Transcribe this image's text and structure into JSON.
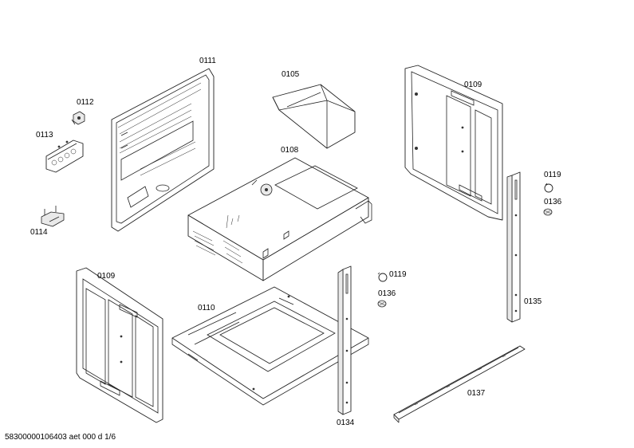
{
  "parts": {
    "p0111": "0111",
    "p0105": "0105",
    "p0109_top": "0109",
    "p0112": "0112",
    "p0113": "0113",
    "p0114": "0114",
    "p0108": "0108",
    "p0119_right": "0119",
    "p0136_right": "0136",
    "p0109_left": "0109",
    "p0110": "0110",
    "p0119_mid": "0119",
    "p0136_mid": "0136",
    "p0135": "0135",
    "p0137": "0137",
    "p0134": "0134"
  },
  "footer": {
    "doc_id": "58300000106403 aet 000 d 1/6"
  }
}
